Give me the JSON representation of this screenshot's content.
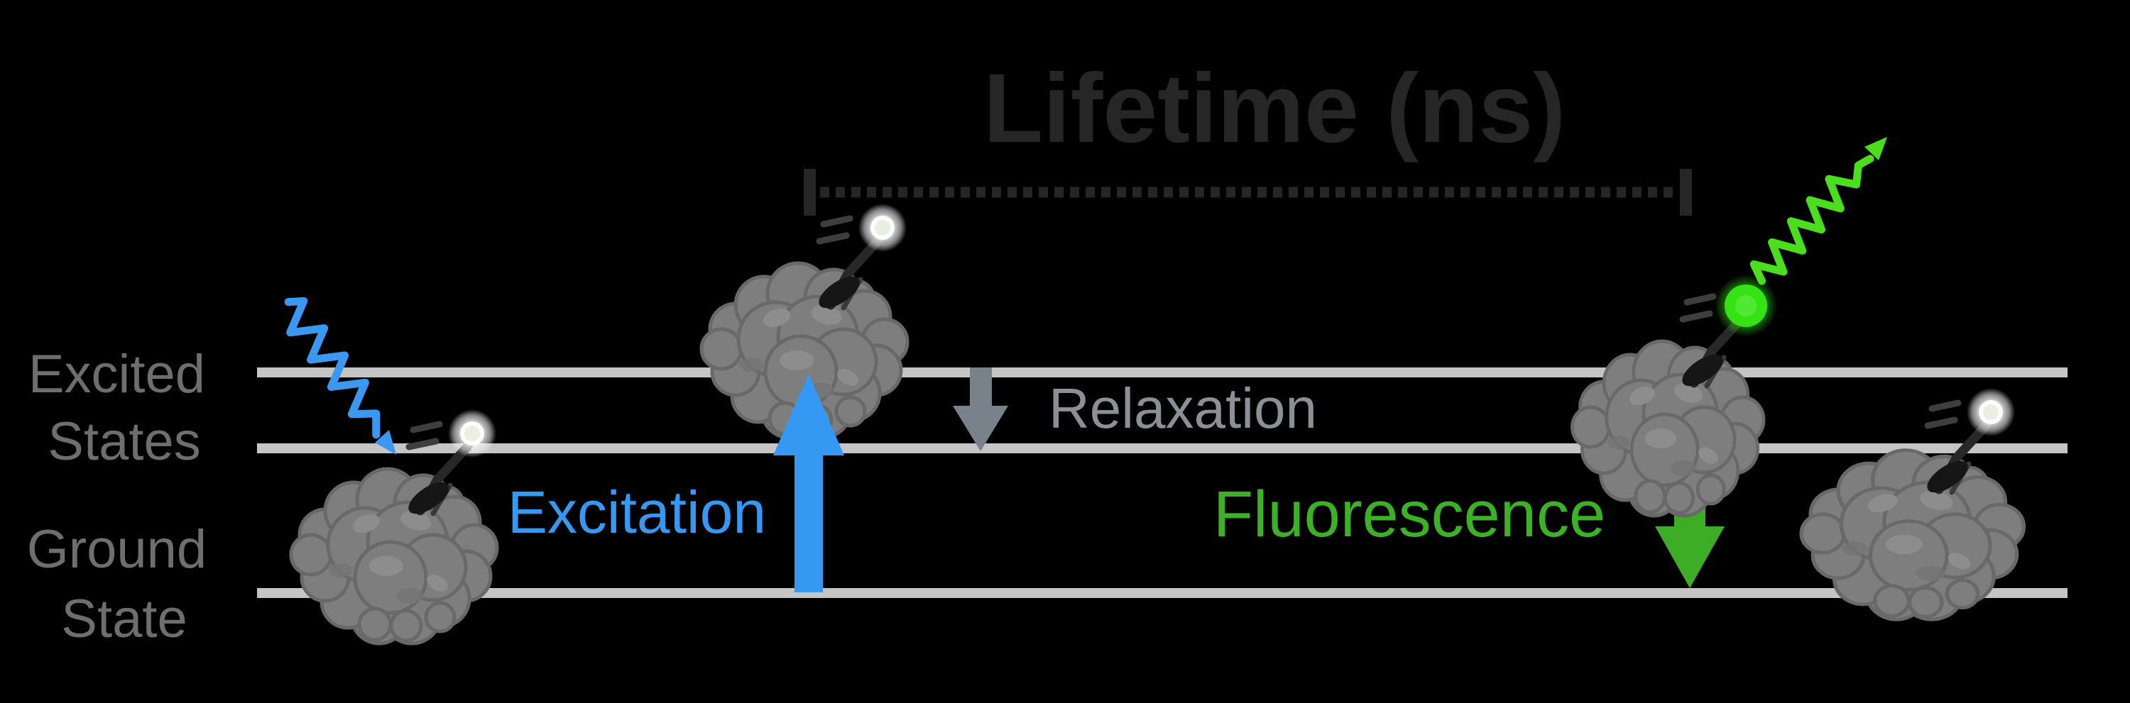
{
  "title": "Lifetime (ns)",
  "energy_levels": {
    "excited_label": [
      "Excited",
      "States"
    ],
    "ground_label": [
      "Ground",
      "State"
    ]
  },
  "processes": {
    "excitation_label": "Excitation",
    "relaxation_label": "Relaxation",
    "fluorescence_label": "Fluorescence"
  },
  "icons": {
    "excitation_photon": "blue-wavy-arrow-icon",
    "emission_photon": "green-wavy-arrow-icon",
    "fluorophore_dark": "white-glow-dot-icon",
    "fluorophore_emitting": "green-glow-dot-icon",
    "lifetime_bracket": "dashed-measure-line-icon"
  },
  "colors": {
    "background": "#000000",
    "title_gray": "#262626",
    "level_line_gray": "#c5c5c5",
    "state_label_gray": "#6e6e6e",
    "excitation_blue": "#3598f3",
    "photon_blue": "#3b98f0",
    "relaxation_arrow_gray": "#79828b",
    "relaxation_text_gray": "#8a9096",
    "fluorescence_text_green": "#3cb126",
    "fluorescence_arrow_green": "#3dad25",
    "photon_green": "#4ade1d",
    "fluorophore_green": "#35e214",
    "protein_gray": "#7e7e7e"
  }
}
